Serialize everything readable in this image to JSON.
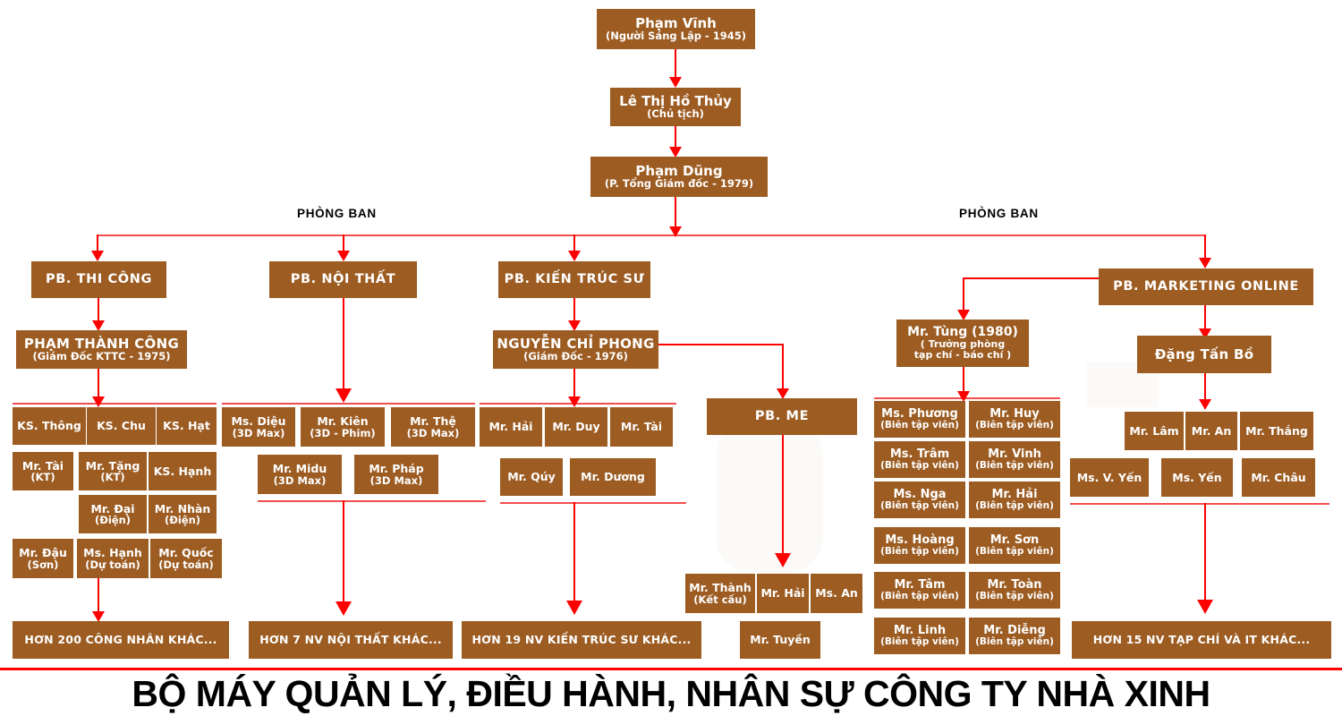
{
  "footer": {
    "title": "BỘ MÁY QUẢN LÝ, ĐIỀU HÀNH, NHÂN SỰ CÔNG TY NHÀ XINH"
  },
  "colors": {
    "box": "#9C5C22",
    "connector": "#FF0000",
    "text": "#FFFFFF",
    "label": "#000000"
  },
  "labels": {
    "phong_ban_left": "PHÒNG BAN",
    "phong_ban_right": "PHÒNG BAN"
  },
  "executives": [
    {
      "name": "Phạm Vĩnh",
      "role": "(Người Sáng Lập - 1945)"
    },
    {
      "name": "Lê Thị Hồ Thủy",
      "role": "(Chủ tịch)"
    },
    {
      "name": "Phạm Dũng",
      "role": "(P. Tổng Giám đốc - 1979)"
    }
  ],
  "departments": [
    {
      "name": "PB. THI CÔNG"
    },
    {
      "name": "PB. NỘI THẤT"
    },
    {
      "name": "PB. KIẾN TRÚC SƯ"
    },
    {
      "name": "PB. ME"
    },
    {
      "name": "PB. MARKETING ONLINE"
    }
  ],
  "managers": [
    {
      "name": "PHẠM THÀNH CÔNG",
      "role": "(Giám Đốc KTTC - 1975)"
    },
    {
      "name": "NGUYỄN CHỈ PHONG",
      "role": "(Giám Đốc - 1976)"
    },
    {
      "name": "Đặng Tấn Bồ",
      "role": ""
    }
  ],
  "tung": {
    "name": "Mr. Tùng (1980)",
    "role_line1": "( Trưởng phòng",
    "role_line2": "tạp chí - báo chí )"
  },
  "thicong_staff": [
    {
      "name": "KS. Thông",
      "role": ""
    },
    {
      "name": "KS. Chu",
      "role": ""
    },
    {
      "name": "KS. Hạt",
      "role": ""
    },
    {
      "name": "Mr. Tài",
      "role": "(KT)"
    },
    {
      "name": "Mr. Tặng",
      "role": "(KT)"
    },
    {
      "name": "KS. Hạnh",
      "role": ""
    },
    {
      "name": "Mr. Đại",
      "role": "(Điện)"
    },
    {
      "name": "Mr. Nhàn",
      "role": "(Điện)"
    },
    {
      "name": "Mr. Đậu",
      "role": "(Sơn)"
    },
    {
      "name": "Ms. Hạnh",
      "role": "(Dự toán)"
    },
    {
      "name": "Mr. Quốc",
      "role": "(Dự toán)"
    }
  ],
  "noithat_staff": [
    {
      "name": "Ms. Diệu",
      "role": "(3D Max)"
    },
    {
      "name": "Mr. Kiên",
      "role": "(3D - Phim)"
    },
    {
      "name": "Mr. Thệ",
      "role": "(3D Max)"
    },
    {
      "name": "Mr. Midu",
      "role": "(3D Max)"
    },
    {
      "name": "Mr. Pháp",
      "role": "(3D Max)"
    }
  ],
  "kientruc_staff": [
    {
      "name": "Mr. Hải",
      "role": ""
    },
    {
      "name": "Mr. Duy",
      "role": ""
    },
    {
      "name": "Mr. Tài",
      "role": ""
    },
    {
      "name": "Mr. Qúy",
      "role": ""
    },
    {
      "name": "Mr. Dương",
      "role": ""
    }
  ],
  "me_staff": [
    {
      "name": "Mr. Thành",
      "role": "(Kết cấu)"
    },
    {
      "name": "Mr. Hải",
      "role": ""
    },
    {
      "name": "Ms. An",
      "role": ""
    },
    {
      "name": "Mr. Tuyền",
      "role": ""
    }
  ],
  "editorial_staff": [
    {
      "name": "Ms. Phương",
      "role": "(Biên tập viên)"
    },
    {
      "name": "Mr. Huy",
      "role": "(Biên tập viên)"
    },
    {
      "name": "Ms. Trâm",
      "role": "(Biên tập viên)"
    },
    {
      "name": "Mr. Vinh",
      "role": "(Biên tập viên)"
    },
    {
      "name": "Ms. Nga",
      "role": "(Biên tập viên)"
    },
    {
      "name": "Mr. Hải",
      "role": "(Biên tập viên)"
    },
    {
      "name": "Ms. Hoàng",
      "role": "(Biên tập viên)"
    },
    {
      "name": "Mr. Sơn",
      "role": "(Biên tập viên)"
    },
    {
      "name": "Mr. Tâm",
      "role": "(Biên tập viên)"
    },
    {
      "name": "Mr. Toàn",
      "role": "(Biên tập viên)"
    },
    {
      "name": "Mr. Linh",
      "role": "(Biên tập viên)"
    },
    {
      "name": "Mr. Diễng",
      "role": "(Biên tập viên)"
    }
  ],
  "marketing_staff": [
    {
      "name": "Mr. Lâm",
      "role": ""
    },
    {
      "name": "Mr. An",
      "role": ""
    },
    {
      "name": "Mr. Thắng",
      "role": ""
    },
    {
      "name": "Ms. V. Yến",
      "role": ""
    },
    {
      "name": "Ms. Yến",
      "role": ""
    },
    {
      "name": "Mr. Châu",
      "role": ""
    }
  ],
  "summaries": [
    {
      "name": "HƠN 200 CÔNG NHÂN KHÁC..."
    },
    {
      "name": "HƠN 7 NV NỘI THẤT KHÁC..."
    },
    {
      "name": "HƠN 19 NV KIẾN TRÚC SƯ KHÁC..."
    },
    {
      "name": "HƠN 15 NV TẠP CHÍ VÀ IT KHÁC..."
    }
  ]
}
